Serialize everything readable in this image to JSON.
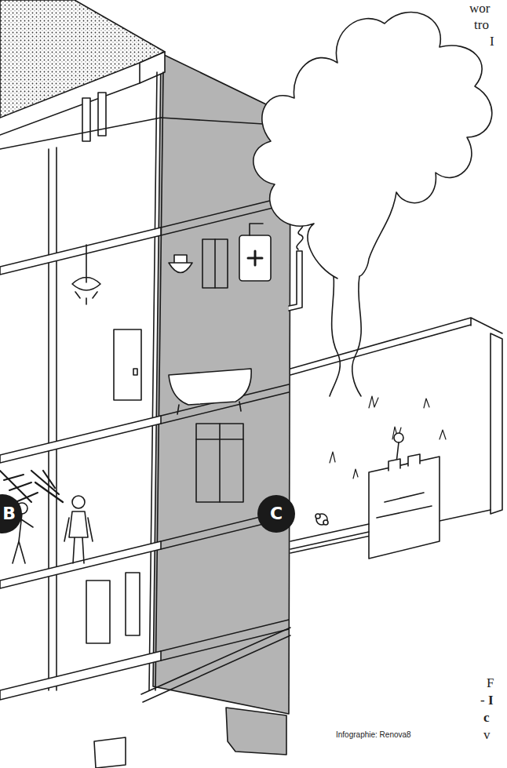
{
  "diagram": {
    "nodes": [
      {
        "text": [
          "B"
        ]
      },
      {
        "text": [
          "C"
        ]
      }
    ],
    "labels": [
      "wor",
      "tro",
      "I",
      "Infographie: Renova8",
      "F",
      "- I",
      "c",
      "v"
    ]
  }
}
